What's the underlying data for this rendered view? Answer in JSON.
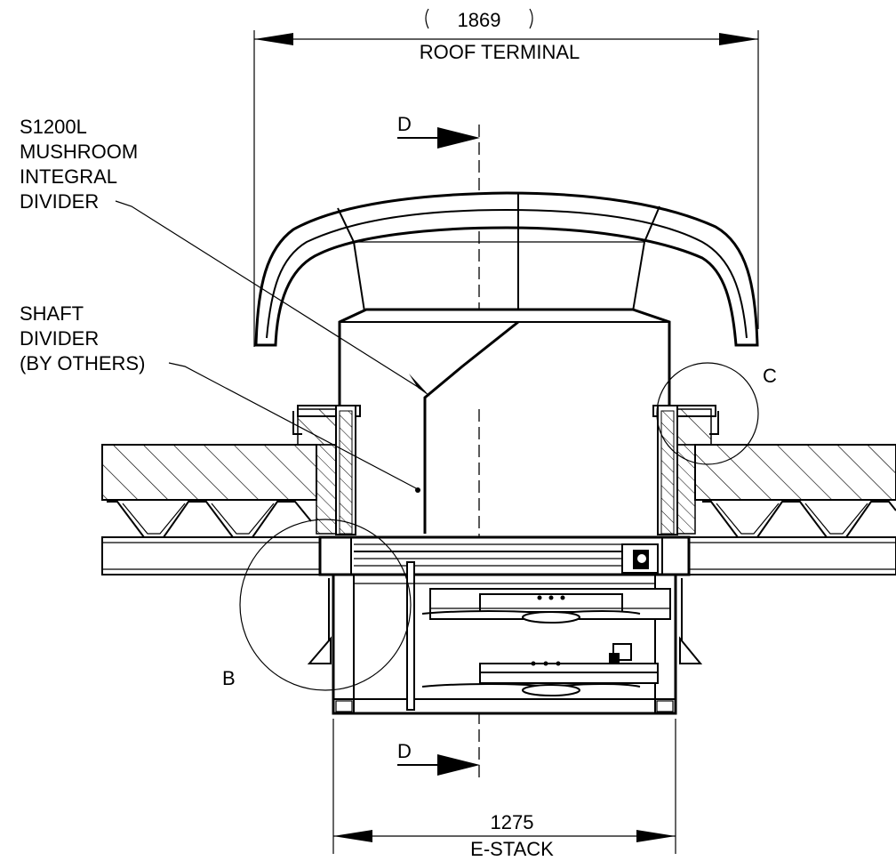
{
  "dimensions": {
    "roof_terminal_width": "1869",
    "roof_terminal_label": "ROOF TERMINAL",
    "estack_width": "1275",
    "estack_label": "E-STACK"
  },
  "labels": {
    "divider_line1": "S1200L",
    "divider_line2": "MUSHROOM",
    "divider_line3": "INTEGRAL",
    "divider_line4": "DIVIDER",
    "shaft_line1": "SHAFT",
    "shaft_line2": "DIVIDER",
    "shaft_line3": "(BY OTHERS)"
  },
  "section_marks": {
    "top": "D",
    "bottom": "D"
  },
  "detail_marks": {
    "b": "B",
    "c": "C"
  }
}
